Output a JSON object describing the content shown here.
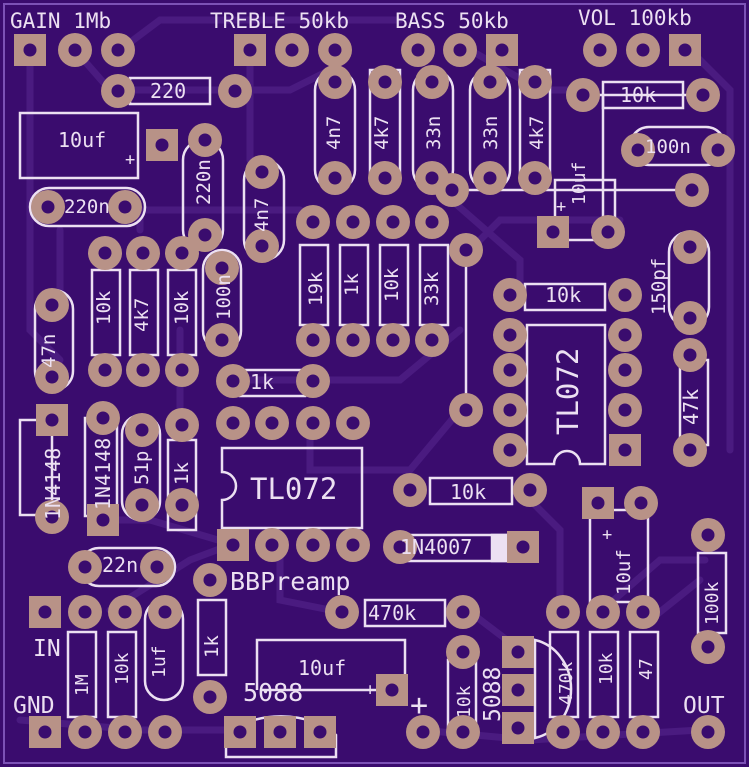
{
  "board": {
    "name": "BBPreamp",
    "bg_color": "#3a0c6e",
    "trace_color": "#4a1b80",
    "silk_color": "#ece0f2",
    "pad_color": "#b89287",
    "border_color": "#7c52b6"
  },
  "pot_labels": {
    "gain": "GAIN 1Mb",
    "treble": "TREBLE 50kb",
    "bass": "BASS 50kb",
    "vol": "VOL 100kb"
  },
  "io_labels": {
    "input": "IN",
    "ground": "GND",
    "output": "OUT",
    "plus": "+"
  },
  "ic_labels": {
    "u1": "TL072",
    "u2": "TL072"
  },
  "transistor_labels": {
    "q1": "5088",
    "q2": "5088"
  },
  "diode_labels": {
    "d1": "1N4148",
    "d2": "1N4148",
    "d3": "1N4007"
  },
  "resistors": {
    "r220": "220",
    "r10k_top": "10k",
    "r4k7_a": "4k7",
    "r4k7_b": "4k7",
    "r19k": "19k",
    "r1k_a": "1k",
    "r10k_a": "10k",
    "r33k": "33k",
    "r10k_b": "10k",
    "r4k7_c": "4k7",
    "r10k_c": "10k",
    "r1k_b": "1k",
    "r10k_right": "10k",
    "r47k": "47k",
    "r1k_c": "1k",
    "r10k_mid": "10k",
    "r470k_a": "470k",
    "r1M": "1M",
    "r10k_d": "10k",
    "r1k_d": "1k",
    "r10k_e": "10k",
    "r470k_b": "470k",
    "r10k_f": "10k",
    "r47": "47",
    "r100k": "100k"
  },
  "capacitors": {
    "c10uf_a": "10uf",
    "c10uf_b": "10uf",
    "c10uf_c": "10uf",
    "c10uf_d": "10uf",
    "c1uf": "1uf",
    "c220n_a": "220n",
    "c220n_b": "220n",
    "c4n7_a": "4n7",
    "c4n7_b": "4n7",
    "c33n_a": "33n",
    "c33n_b": "33n",
    "c100n_a": "100n",
    "c100n_b": "100n",
    "c47n": "47n",
    "c51p": "51p",
    "c150pf": "150pf",
    "c22n": "22n"
  }
}
